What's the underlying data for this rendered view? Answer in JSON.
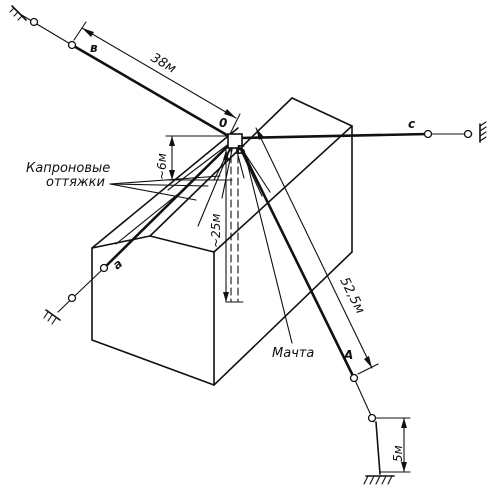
{
  "labels": {
    "point_b": "в",
    "point_a_lower": "а",
    "point_c": "с",
    "point_A": "А",
    "point_0": "0",
    "point_B": "Б",
    "dim_38": "38м",
    "dim_52": "52,5м",
    "dim_6": "~6м",
    "dim_25": "~25м",
    "dim_5": "5м",
    "guys_line1": "Капроновые",
    "guys_line2": "оттяжки",
    "mast": "Мачта"
  }
}
